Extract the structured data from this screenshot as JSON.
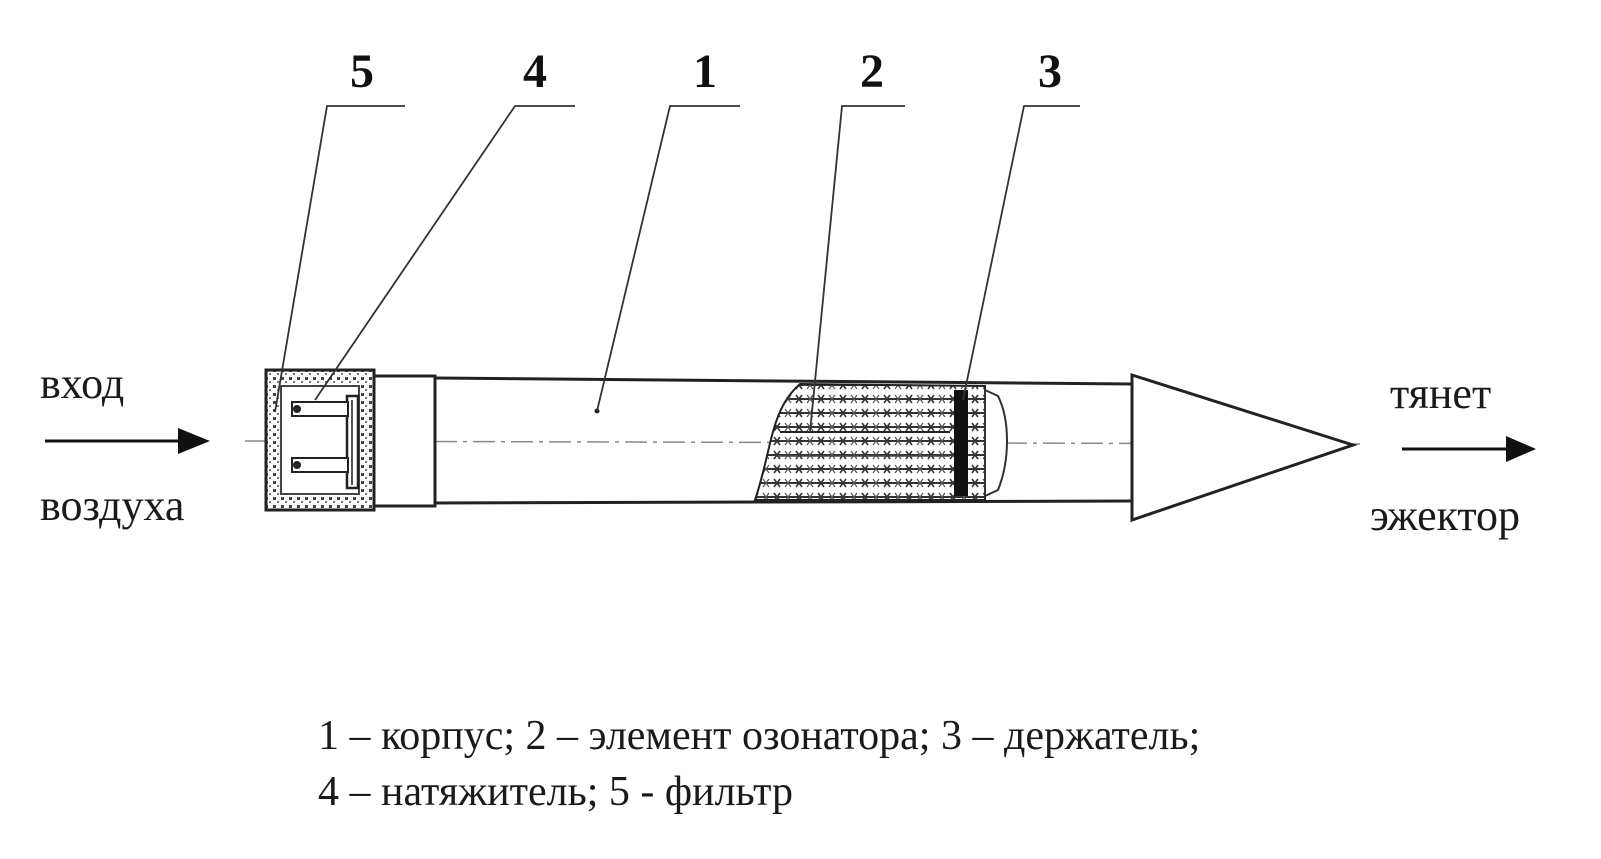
{
  "callouts": {
    "n5": "5",
    "n4": "4",
    "n1": "1",
    "n2": "2",
    "n3": "3"
  },
  "flow": {
    "inlet_line1": "вход",
    "inlet_line2": "воздуха",
    "outlet_line1": "тянет",
    "outlet_line2": "эжектор"
  },
  "legend": {
    "line1": "1 – корпус; 2 – элемент озонатора; 3 – держатель;",
    "line2": "4 – натяжитель; 5 - фильтр"
  },
  "colors": {
    "ink": "#111111",
    "hatch": "#555555",
    "background": "#ffffff"
  }
}
